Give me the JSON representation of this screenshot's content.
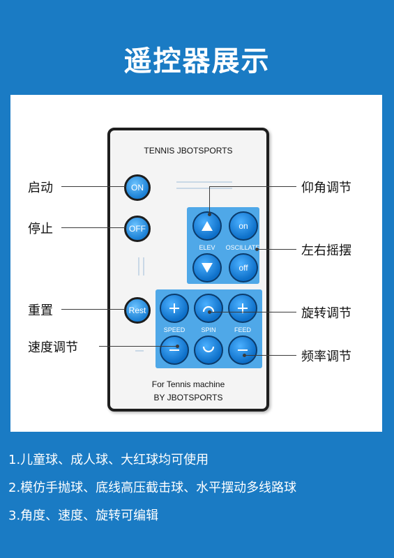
{
  "title": "遥控器展示",
  "remote": {
    "brand": "TENNIS JBOTSPORTS",
    "footer_line1": "For Tennis machine",
    "footer_line2": "BY JBOTSPORTS",
    "buttons": {
      "on": "ON",
      "off": "OFF",
      "rest": "Rest",
      "oscillate_on": "on",
      "oscillate_off": "off"
    },
    "pad_labels": {
      "elev": "ELEV",
      "oscillate": "OSCILLATE",
      "speed": "SPEED",
      "spin": "SPIN",
      "feed": "FEED"
    }
  },
  "callouts": {
    "start": "启动",
    "stop": "停止",
    "reset": "重置",
    "speed_adjust": "速度调节",
    "elevation_adjust": "仰角调节",
    "oscillate": "左右摇摆",
    "spin_adjust": "旋转调节",
    "frequency_adjust": "频率调节"
  },
  "features": [
    "1.儿童球、成人球、大红球均可使用",
    "2.模仿手抛球、底线高压截击球、水平摆动多线路球",
    "3.角度、速度、旋转可编辑"
  ],
  "colors": {
    "background": "#1a7bc4",
    "panel": "#ffffff",
    "button_blue": "#1a7fd4",
    "pad_blue": "#4fa8e8"
  }
}
